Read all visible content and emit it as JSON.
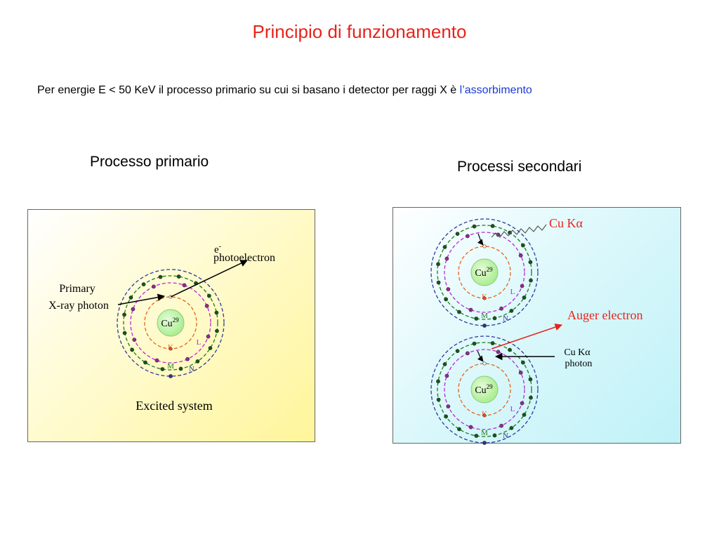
{
  "slide": {
    "title": "Principio di funzionamento",
    "intro_text": "Per energie E < 50 KeV il processo primario su cui si basano i detector per raggi X è ",
    "intro_highlight": "l’assorbimento",
    "primary_heading": "Processo primario",
    "secondary_heading": "Processi secondari"
  },
  "atom": {
    "nucleus": "Cu",
    "atomic_number": "29",
    "shells": [
      "K",
      "L",
      "M",
      "N"
    ]
  },
  "primary_panel": {
    "electron_label": "e",
    "electron_sup": "-",
    "photoelectron_label": "photoelectron",
    "incoming_label_1": "Primary",
    "incoming_label_2": "X-ray  photon",
    "caption": "Excited system"
  },
  "secondary_panel": {
    "emission_label": "Cu Kα",
    "auger_label": "Auger electron",
    "photon_label_1": "Cu Kα",
    "photon_label_2": "photon"
  },
  "colors": {
    "title": "#e8231b",
    "highlight": "#1a3ad6",
    "shell_k": "#e8631b",
    "shell_l": "#b62ad6",
    "shell_m": "#1f7a1f",
    "shell_n": "#2a3a9a",
    "nucleus_fill": "#b9f3a4",
    "electron_green": "#0e5a12",
    "electron_purple": "#9a2596",
    "auger_red": "#e8231b"
  }
}
